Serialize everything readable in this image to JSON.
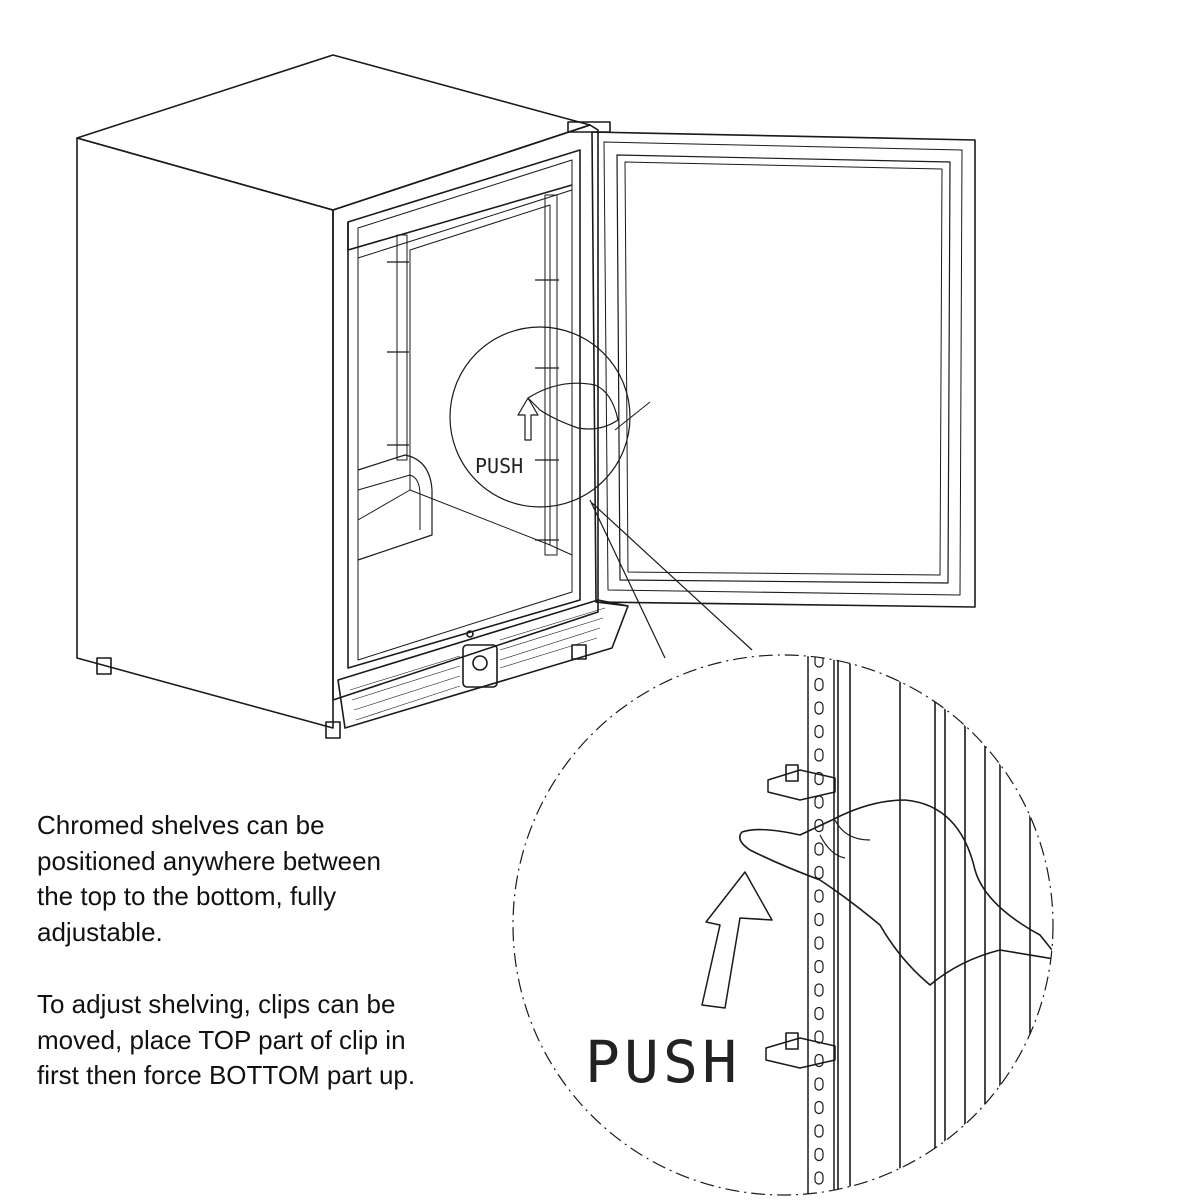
{
  "labels": {
    "push_small": "PUSH",
    "push_large": "PUSH"
  },
  "description": {
    "paragraph1": [
      "Chromed shelves can be",
      "positioned anywhere between",
      "the top to the bottom, fully",
      "adjustable."
    ],
    "paragraph2": [
      "To adjust shelving, clips can be",
      "moved, place TOP part of clip in",
      "first then force BOTTOM part up."
    ]
  },
  "colors": {
    "line": "#1a1a1a",
    "text": "#111111",
    "background": "#ffffff"
  }
}
